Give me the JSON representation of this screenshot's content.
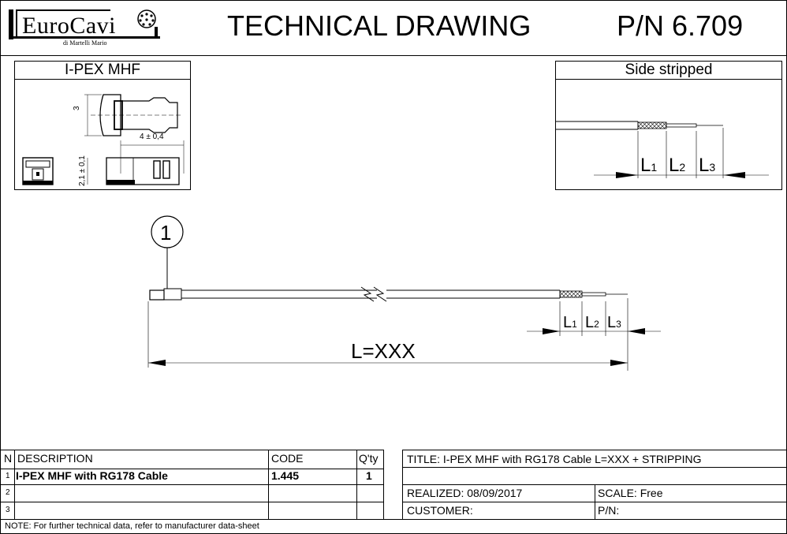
{
  "header": {
    "logo_name": "EuroCavi",
    "logo_sub": "di Martelli Mario",
    "title": "TECHNICAL DRAWING",
    "part_number": "P/N 6.709"
  },
  "connector_box": {
    "title": "I-PEX MHF",
    "dim_height": "3",
    "dim_length": "4 ± 0,4",
    "dim_thickness": "2,1 ± 0,1"
  },
  "stripped_box": {
    "title": "Side stripped",
    "labels": [
      "L",
      "L",
      "L"
    ],
    "subs": [
      "1",
      "2",
      "3"
    ]
  },
  "main_drawing": {
    "balloon": "1",
    "length_label": "L=XXX",
    "labels": [
      "L",
      "L",
      "L"
    ],
    "subs": [
      "1",
      "2",
      "3"
    ]
  },
  "bom": {
    "headers": [
      "N",
      "DESCRIPTION",
      "CODE",
      "Q'ty"
    ],
    "rows": [
      {
        "n": "1",
        "description": "I-PEX MHF with RG178 Cable",
        "code": "1.445",
        "qty": "1"
      },
      {
        "n": "2",
        "description": "",
        "code": "",
        "qty": ""
      },
      {
        "n": "3",
        "description": "",
        "code": "",
        "qty": ""
      }
    ],
    "note": "NOTE: For further technical data, refer to manufacturer data-sheet"
  },
  "title_block": {
    "title": "TITLE: I-PEX MHF with RG178 Cable L=XXX + STRIPPING",
    "realized": "REALIZED: 08/09/2017",
    "scale": "SCALE: Free",
    "customer": "CUSTOMER:",
    "pn": "P/N:"
  }
}
